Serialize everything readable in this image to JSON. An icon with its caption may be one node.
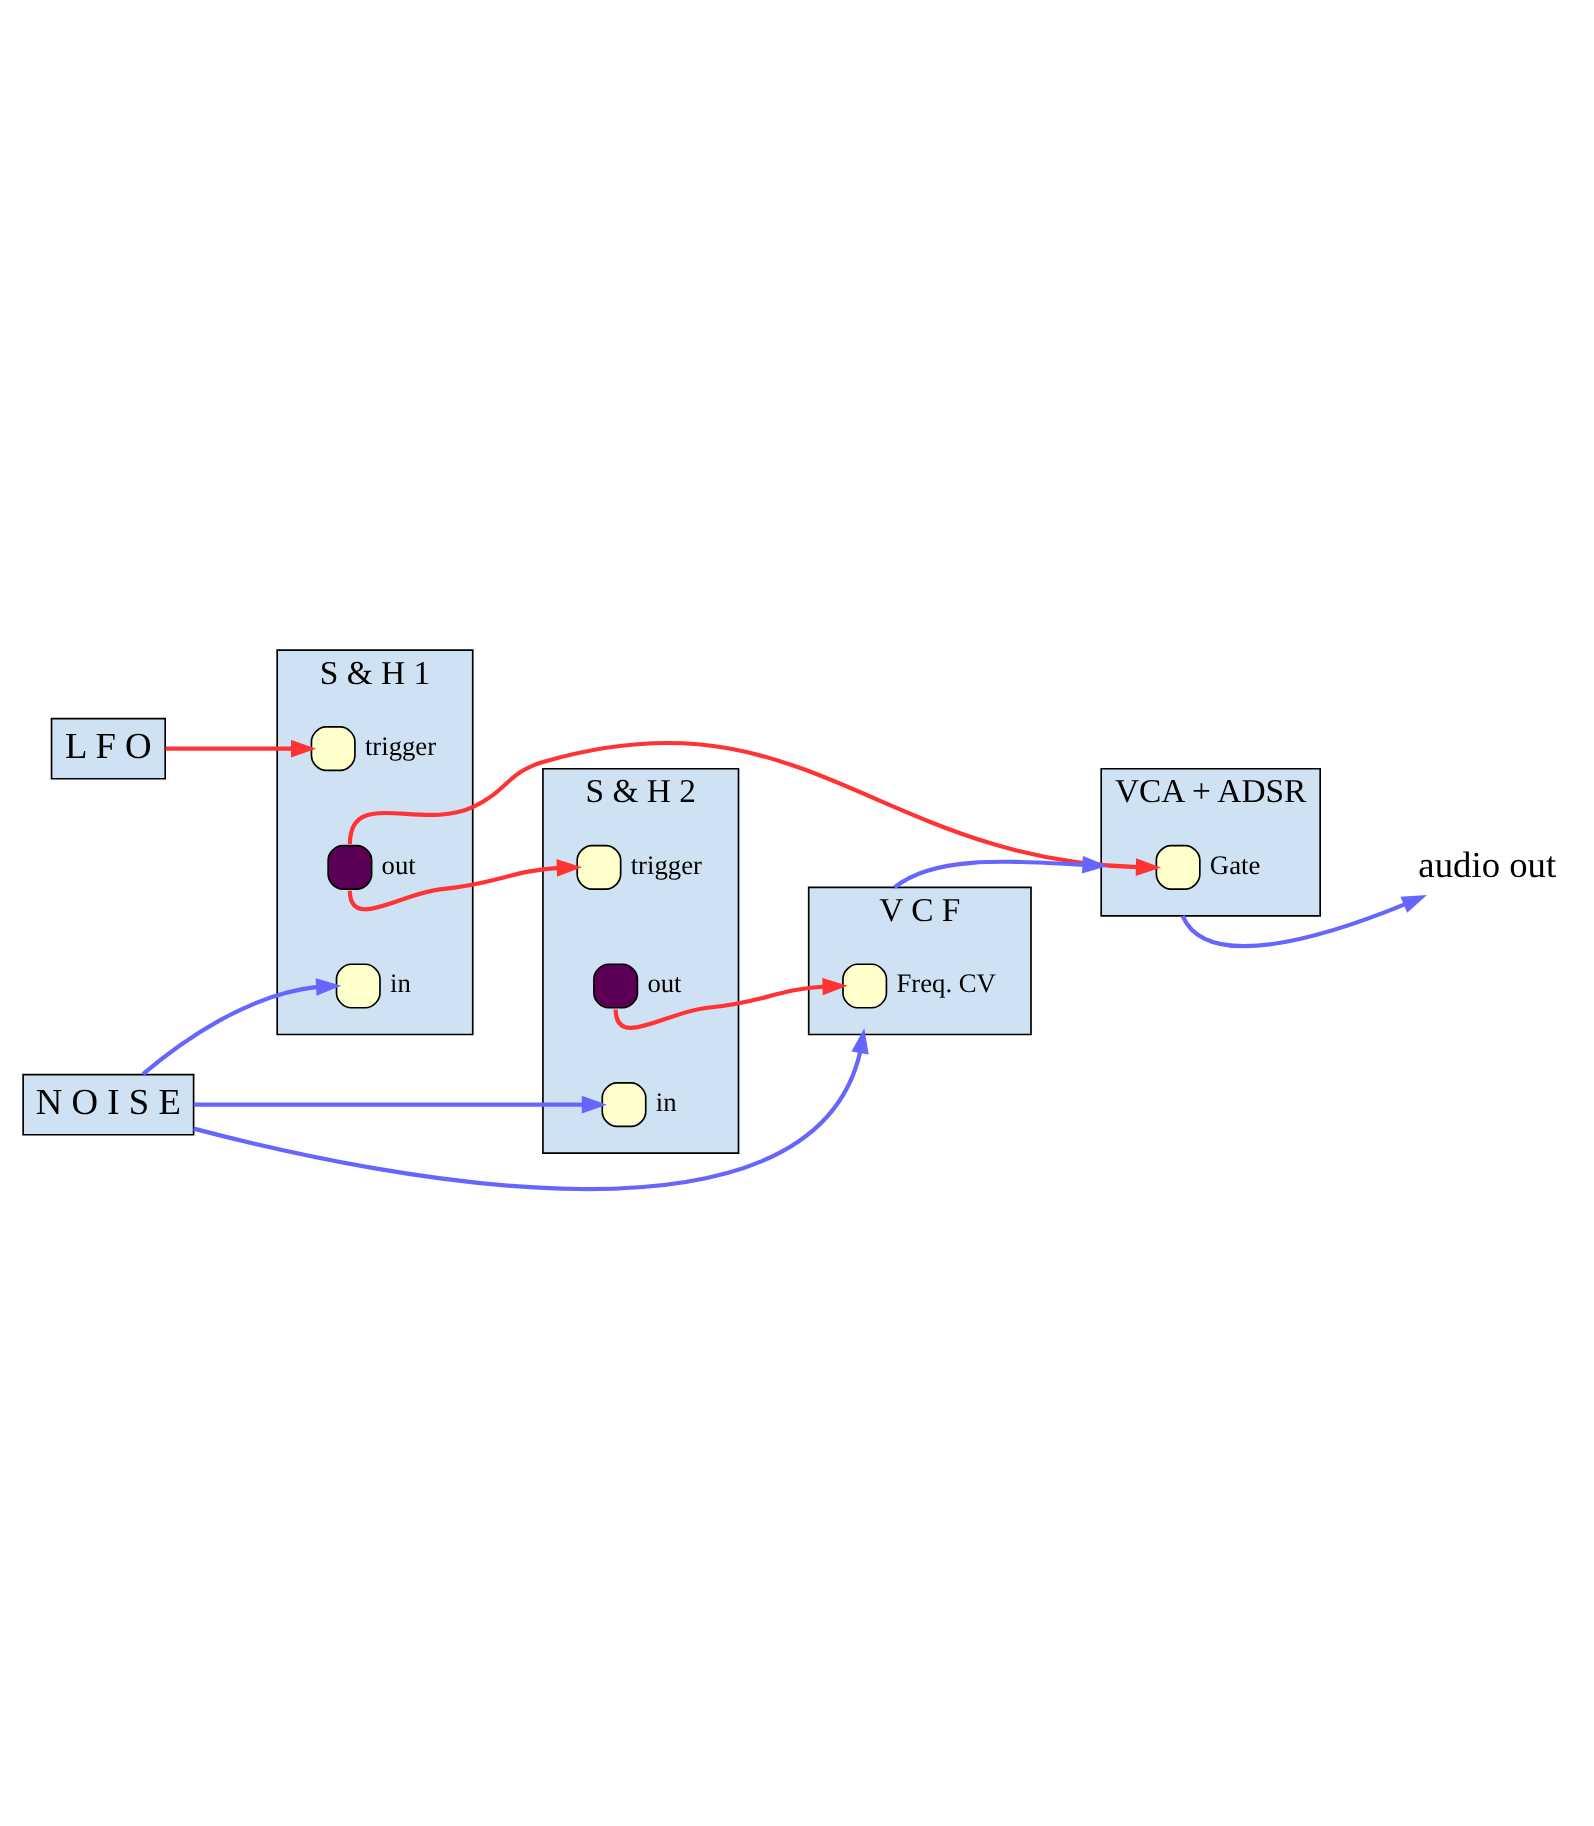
{
  "diagram": {
    "nodes": [
      {
        "text": [
          "L F O"
        ]
      },
      {
        "text": [
          "S & H 1"
        ]
      },
      {
        "text": [],
        "shape": "circle",
        "in": 1,
        "beside": [
          "trigger"
        ]
      },
      {
        "text": [],
        "shape": "circle",
        "in": 1,
        "beside": [
          "out"
        ]
      },
      {
        "text": [],
        "shape": "circle",
        "in": 1,
        "beside": [
          "in"
        ]
      },
      {
        "text": [
          "S & H 2"
        ]
      },
      {
        "text": [],
        "shape": "circle",
        "in": 5,
        "beside": [
          "trigger"
        ]
      },
      {
        "text": [],
        "shape": "circle",
        "in": 5,
        "beside": [
          "out"
        ]
      },
      {
        "text": [],
        "shape": "circle",
        "in": 5,
        "beside": [
          "in"
        ]
      },
      {
        "text": [
          "N O I S E"
        ]
      },
      {
        "text": [
          "V C F"
        ]
      },
      {
        "text": [],
        "shape": "circle",
        "in": 10,
        "beside": [
          "Freq. CV"
        ]
      },
      {
        "text": [
          "VCA + ADSR"
        ]
      },
      {
        "text": [],
        "shape": "circle",
        "in": 12,
        "beside": [
          "Gate"
        ]
      },
      {
        "text": [
          "audio out"
        ]
      }
    ],
    "edges": [
      {
        "from": 0,
        "to": 2,
        "arrow": "to",
        "color": "#ff3333"
      },
      {
        "from": 3,
        "to": 6,
        "arrow": "to",
        "color": "#ff3333"
      },
      {
        "from": 3,
        "to": 13,
        "arrow": "to",
        "color": "#ff3333"
      },
      {
        "from": 7,
        "to": 11,
        "arrow": "to",
        "color": "#ff3333"
      },
      {
        "from": 9,
        "to": 4,
        "arrow": "to"
      },
      {
        "from": 9,
        "to": 8,
        "arrow": "to"
      },
      {
        "from": 9,
        "to": 10,
        "arrow": "to"
      },
      {
        "from": 10,
        "to": 12,
        "arrow": "to"
      },
      {
        "from": 12,
        "to": 14,
        "arrow": "to"
      }
    ]
  }
}
